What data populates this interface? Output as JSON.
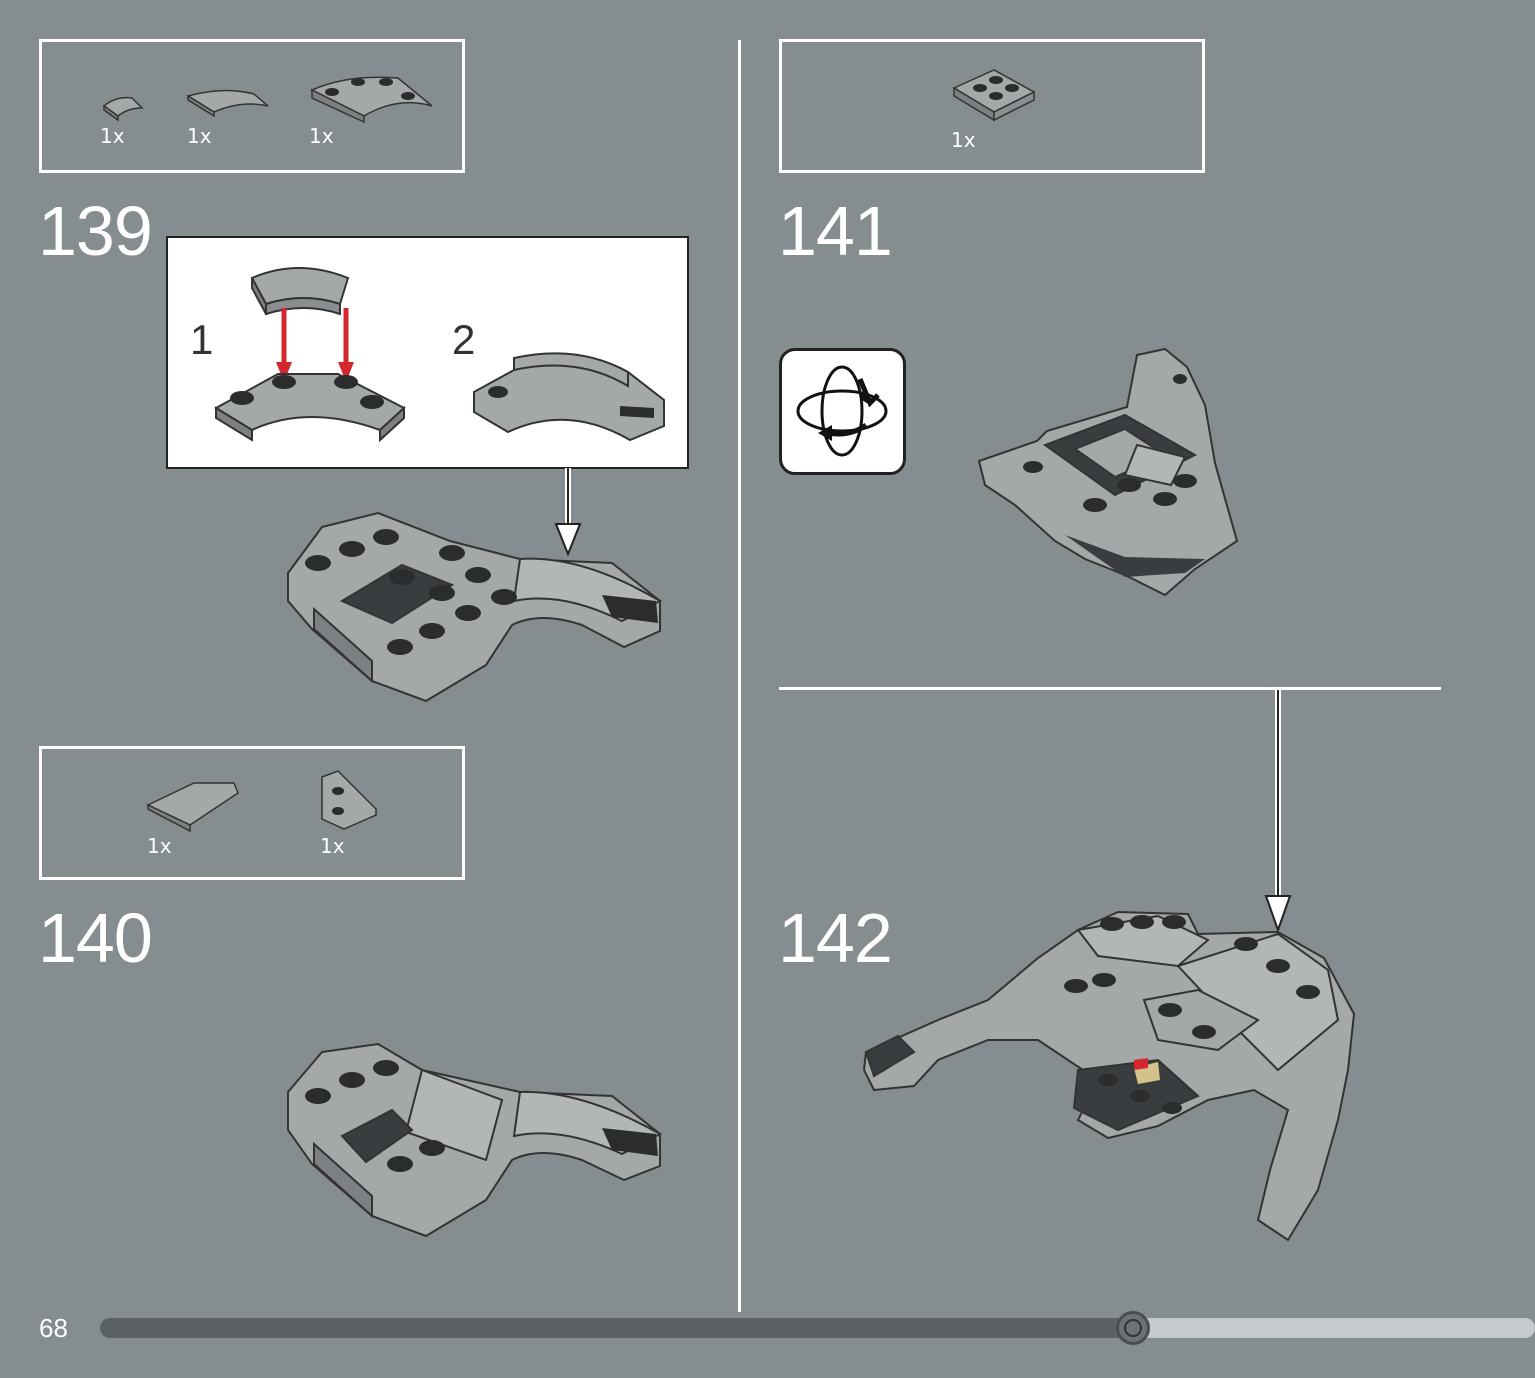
{
  "steps": [
    {
      "number": "139",
      "parts": [
        "1x",
        "1x",
        "1x"
      ],
      "sub_steps": [
        "1",
        "2"
      ]
    },
    {
      "number": "140",
      "parts": [
        "1x",
        "1x"
      ]
    },
    {
      "number": "141",
      "parts": [
        "1x"
      ]
    },
    {
      "number": "142"
    }
  ],
  "footer": {
    "page_number": "68",
    "progress": 0.72
  },
  "icons": {
    "rotate": "rotate-model-icon",
    "arrow": "place-arrow-icon"
  },
  "colors": {
    "background": "#868d90",
    "brick_gray": "#a4a8a9",
    "brick_dark": "#3a3d3f",
    "arrow_red": "#d5262e"
  }
}
